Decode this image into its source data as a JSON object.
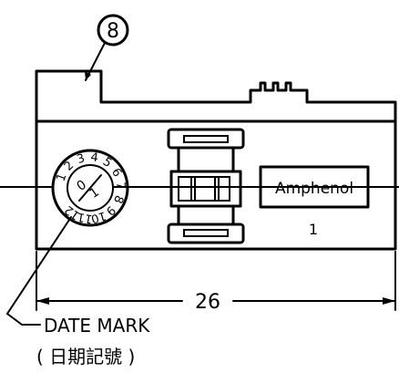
{
  "balloon": {
    "label": "8"
  },
  "part_text": {
    "brand": "Amphenol",
    "position": "1"
  },
  "dial": {
    "outer_digits": [
      "1",
      "2",
      "3",
      "4",
      "5",
      "6",
      "7",
      "8",
      "9",
      "10",
      "11",
      "12"
    ],
    "inner_digits": [
      "0",
      "1"
    ]
  },
  "dimension": {
    "value": "26"
  },
  "callout": {
    "line1": "DATE MARK",
    "line2": "( 日期記號 )"
  }
}
